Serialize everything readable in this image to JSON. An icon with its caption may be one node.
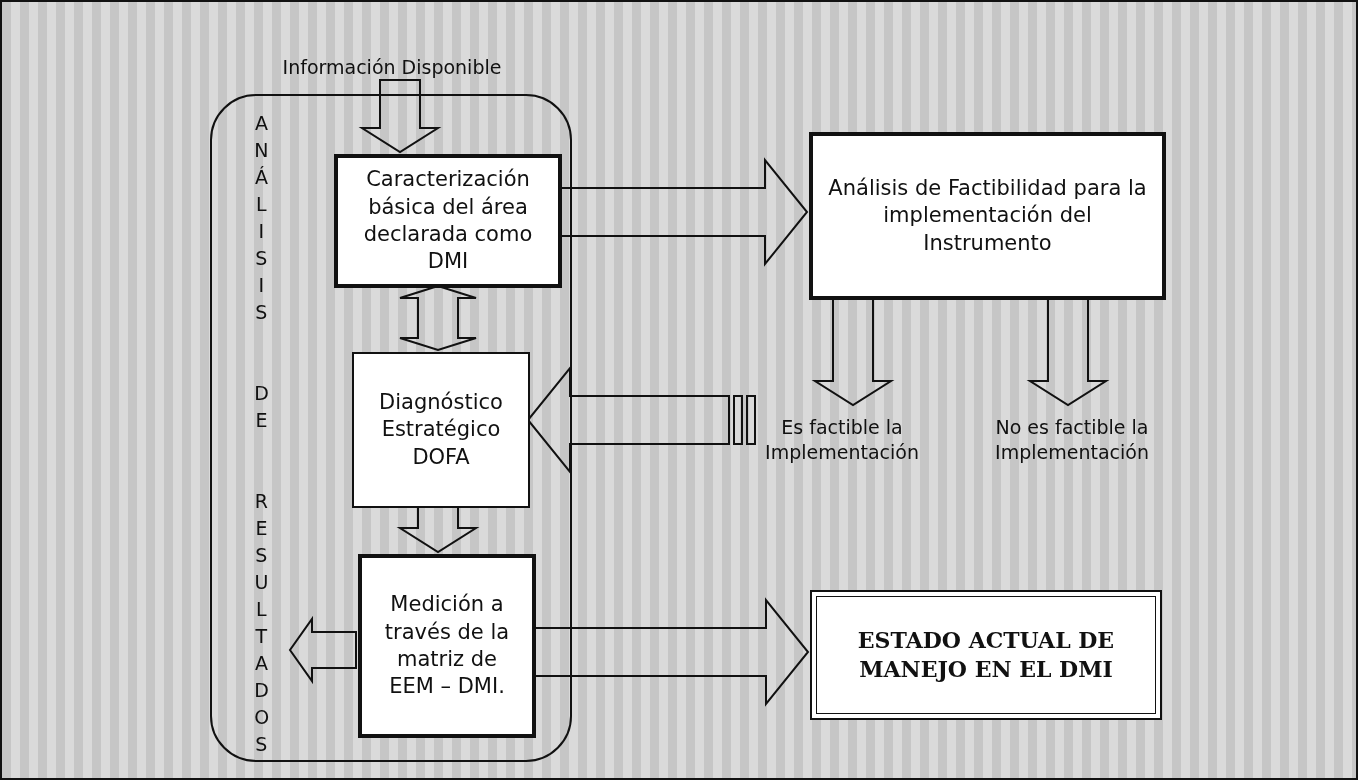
{
  "diagram": {
    "nodes": [
      {
        "text": [
          "ANÁLISIS DE RESULTADOS"
        ]
      },
      {
        "text": [
          "Información Disponible"
        ]
      },
      {
        "text": [
          "Caracterización básica del área declarada como DMI"
        ],
        "in": 0
      },
      {
        "text": [
          "Diagnóstico Estratégico DOFA"
        ],
        "in": 0
      },
      {
        "text": [
          "Medición a través de la matriz de EEM – DMI."
        ],
        "in": 0
      },
      {
        "text": [
          "Análisis de Factibilidad para la implementación del Instrumento"
        ]
      },
      {
        "text": [
          "Es factible la Implementación"
        ]
      },
      {
        "text": [
          "No es factible la Implementación"
        ]
      },
      {
        "text": [
          "ESTADO ACTUAL DE MANEJO EN EL DMI"
        ]
      }
    ],
    "edges": [
      {
        "from": 1,
        "to": 2,
        "arrow": "to"
      },
      {
        "from": 2,
        "to": 3,
        "arrow": "both"
      },
      {
        "from": 3,
        "to": 4,
        "arrow": "to"
      },
      {
        "from": 4,
        "to": null,
        "arrow": "to"
      },
      {
        "from": 2,
        "to": 5,
        "arrow": "to"
      },
      {
        "from": 5,
        "to": 6,
        "arrow": "to"
      },
      {
        "from": 5,
        "to": 7,
        "arrow": "to"
      },
      {
        "from": 6,
        "to": 3,
        "arrow": "to"
      },
      {
        "from": 4,
        "to": 8,
        "arrow": "to"
      }
    ]
  }
}
